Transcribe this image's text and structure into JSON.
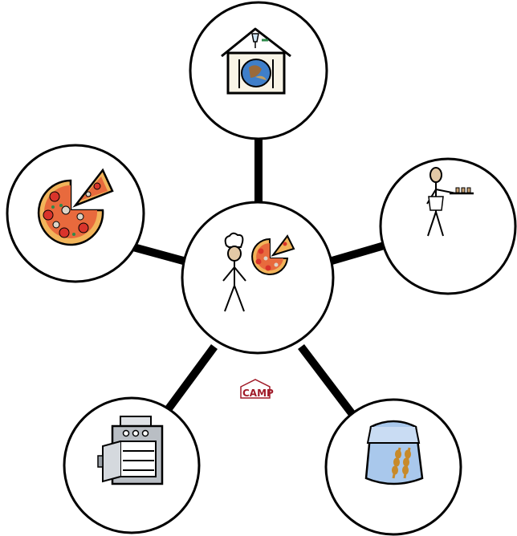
{
  "diagram": {
    "center": {
      "icon": "chef-with-pizza-icon"
    },
    "nodes": [
      {
        "id": "top",
        "icon": "restaurant-icon"
      },
      {
        "id": "right",
        "icon": "waiter-icon"
      },
      {
        "id": "bottom-right",
        "icon": "flour-bag-icon"
      },
      {
        "id": "bottom-left",
        "icon": "oven-icon"
      },
      {
        "id": "left",
        "icon": "pizza-icon"
      }
    ],
    "logo": {
      "text": "CAMP"
    }
  },
  "colors": {
    "stroke": "#000000",
    "pizza_crust": "#f2b45a",
    "pepperoni": "#d9342b",
    "oven_gray": "#b9bec4",
    "flour_bag": "#a9c8ec",
    "wheat": "#c88a2a",
    "logo": "#a01a28",
    "plate_blue": "#3f7fc9"
  }
}
